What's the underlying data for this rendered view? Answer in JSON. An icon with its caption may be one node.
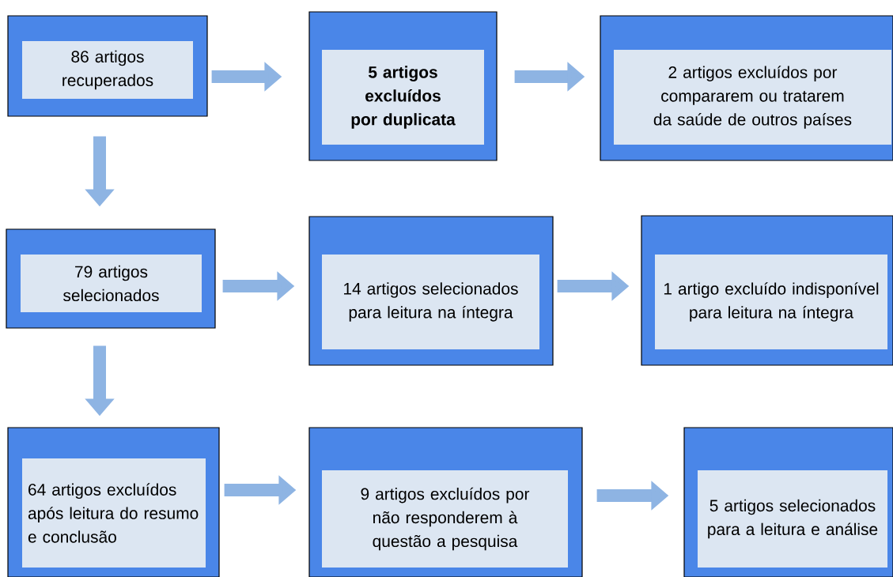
{
  "diagram": {
    "nodes": [
      {
        "text": [
          "86 artigos recuperados"
        ]
      },
      {
        "text": [
          "5 artigos excluídos por duplicata"
        ]
      },
      {
        "text": [
          "2 artigos excluídos por compararem ou tratarem da saúde de outros países"
        ]
      },
      {
        "text": [
          "79 artigos selecionados"
        ]
      },
      {
        "text": [
          "14 artigos selecionados para leitura na íntegra"
        ]
      },
      {
        "text": [
          "1 artigo excluído indisponível para leitura na íntegra"
        ]
      },
      {
        "text": [
          "64 artigos excluídos após leitura do resumo e conclusão"
        ]
      },
      {
        "text": [
          "9 artigos excluídos por não responderem à questão a pesquisa"
        ]
      },
      {
        "text": [
          "5 artigos selecionados para a leitura e análise"
        ]
      }
    ],
    "edges": [
      {
        "from": 0,
        "to": 1,
        "arrow": "to"
      },
      {
        "from": 1,
        "to": 2,
        "arrow": "to"
      },
      {
        "from": 0,
        "to": 3,
        "arrow": "to"
      },
      {
        "from": 3,
        "to": 4,
        "arrow": "to"
      },
      {
        "from": 4,
        "to": 5,
        "arrow": "to"
      },
      {
        "from": 3,
        "to": 6,
        "arrow": "to"
      },
      {
        "from": 6,
        "to": 7,
        "arrow": "to"
      },
      {
        "from": 7,
        "to": 8,
        "arrow": "to"
      }
    ]
  }
}
